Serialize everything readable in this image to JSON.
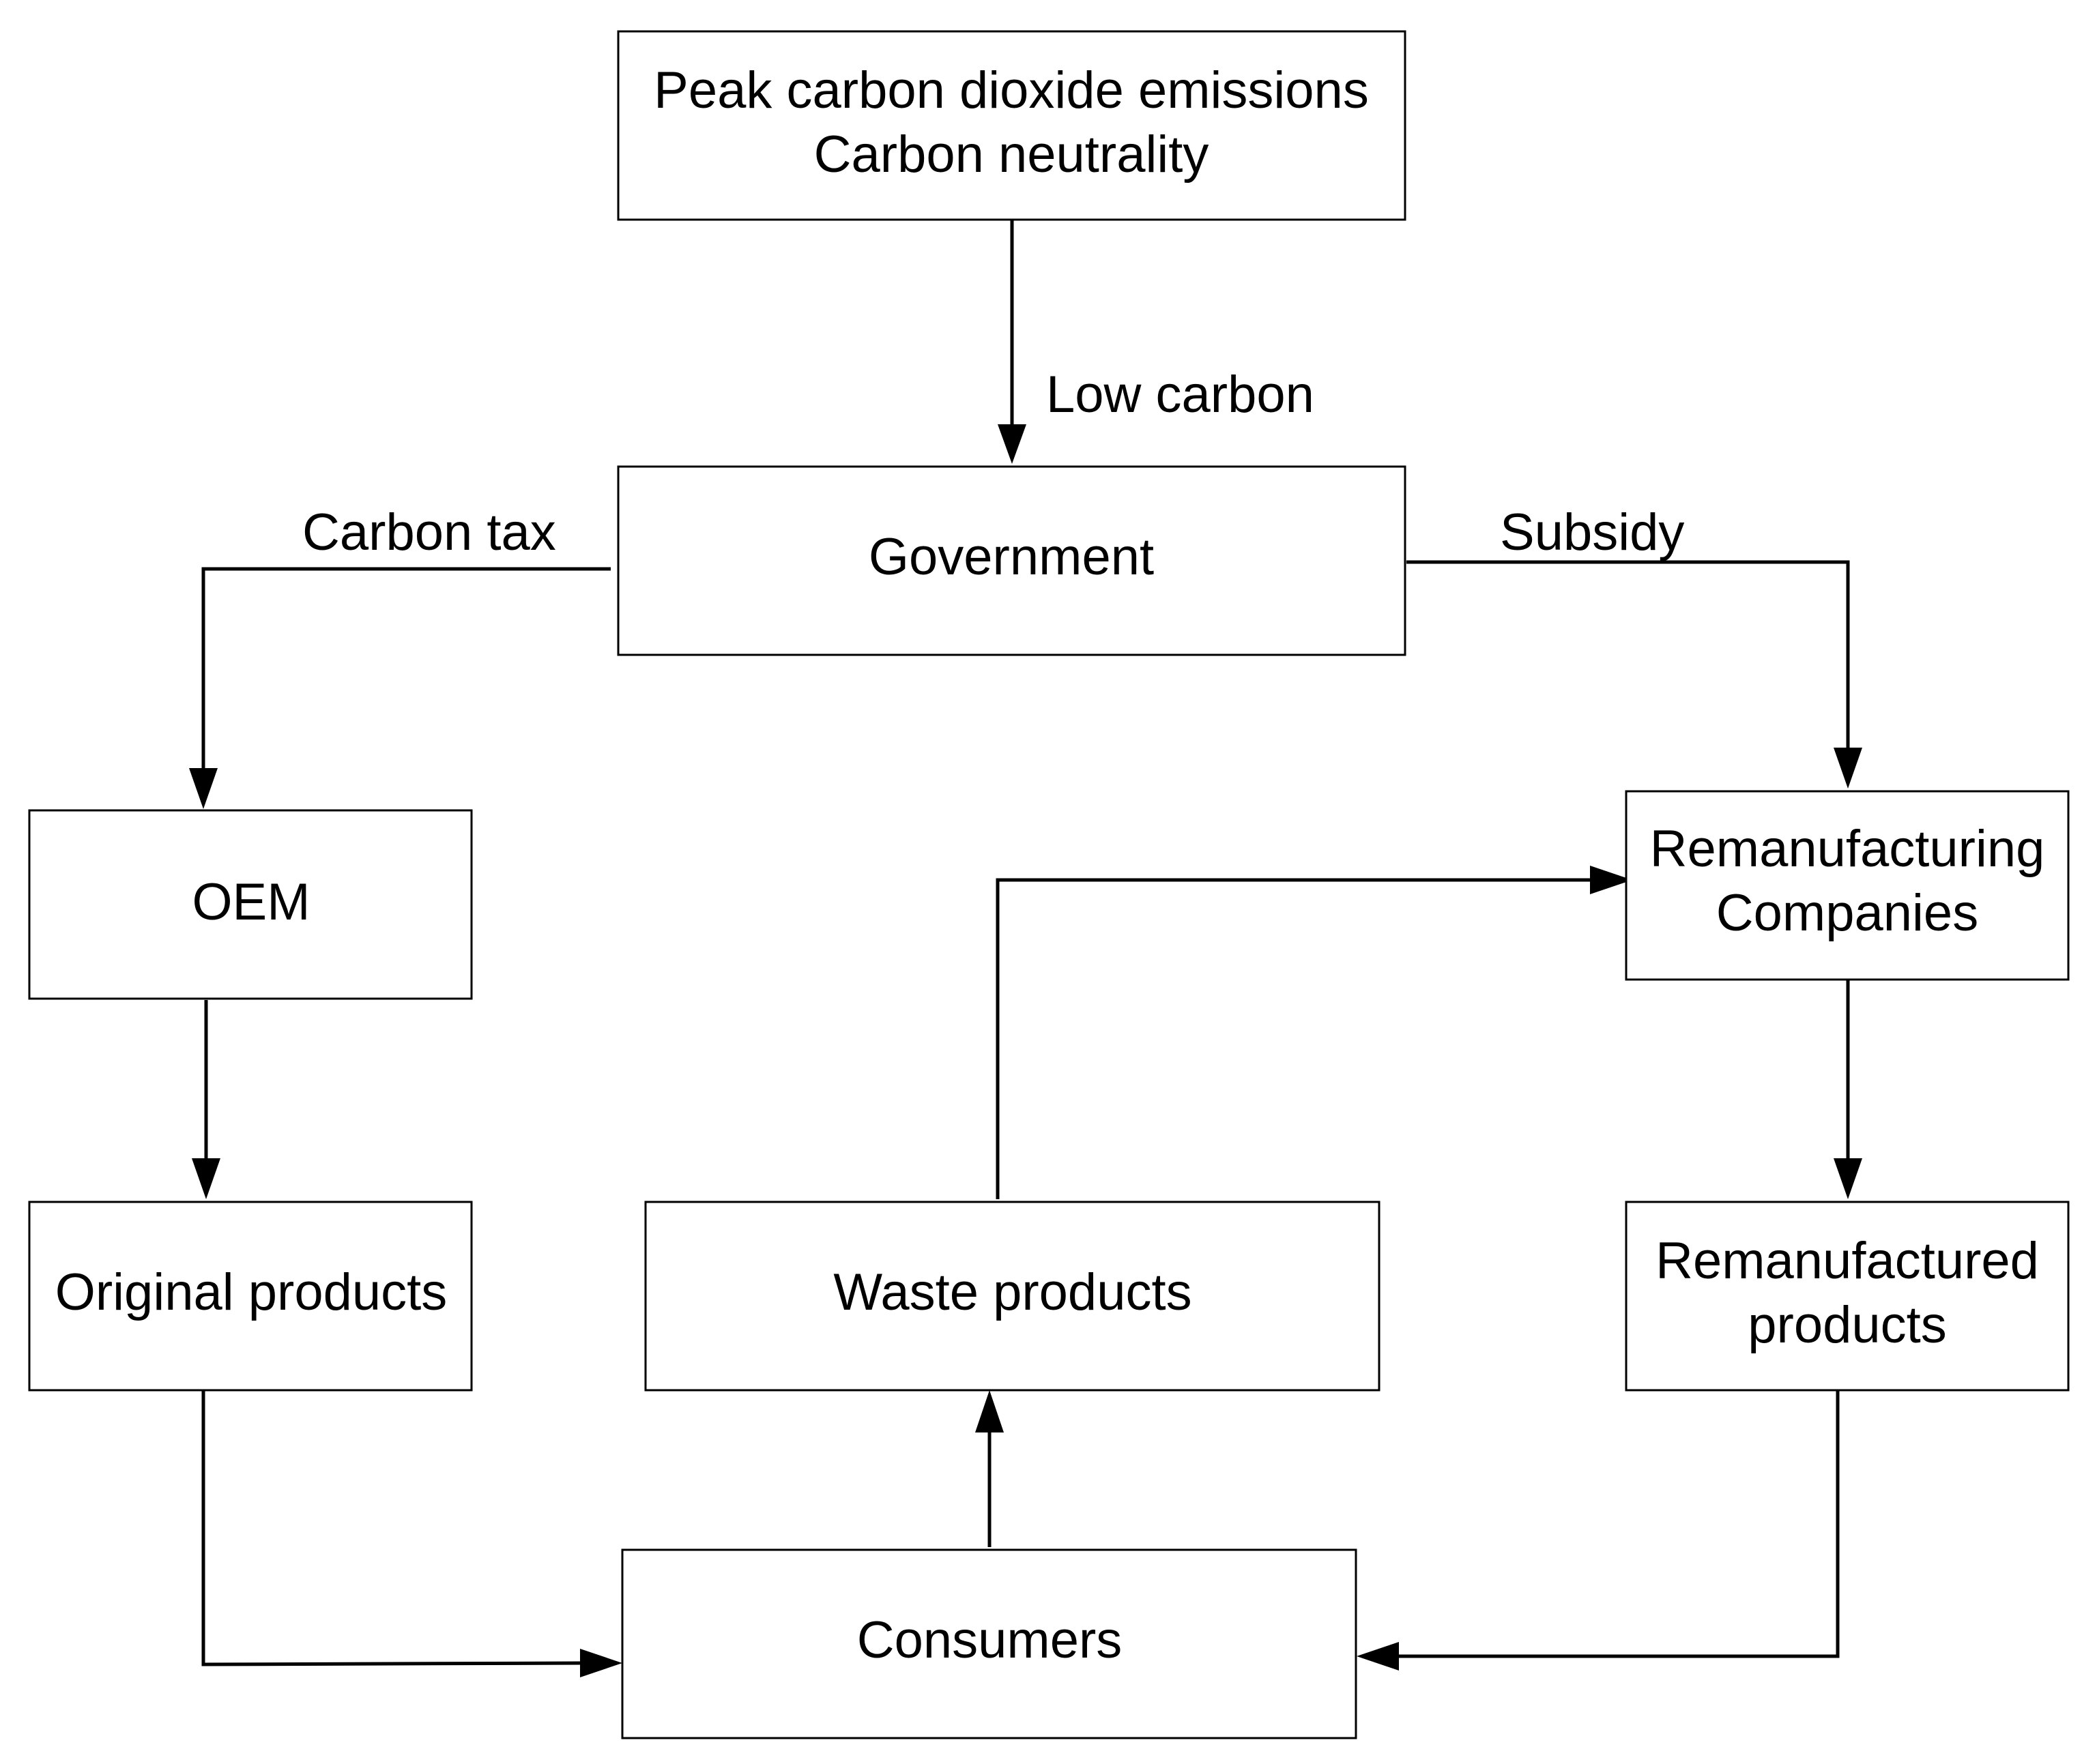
{
  "nodes": {
    "goals": {
      "line1": "Peak carbon dioxide emissions",
      "line2": "Carbon neutrality"
    },
    "government": {
      "label": "Government"
    },
    "oem": {
      "label": "OEM"
    },
    "remanufacturing": {
      "line1": "Remanufacturing",
      "line2": "Companies"
    },
    "original_products": {
      "label": "Original products"
    },
    "waste_products": {
      "label": "Waste products"
    },
    "remanufactured_products": {
      "line1": "Remanufactured",
      "line2": "products"
    },
    "consumers": {
      "label": "Consumers"
    }
  },
  "edges": {
    "low_carbon": "Low carbon",
    "carbon_tax": "Carbon tax",
    "subsidy": "Subsidy"
  },
  "colors": {
    "stroke": "#000000",
    "background": "#ffffff"
  }
}
